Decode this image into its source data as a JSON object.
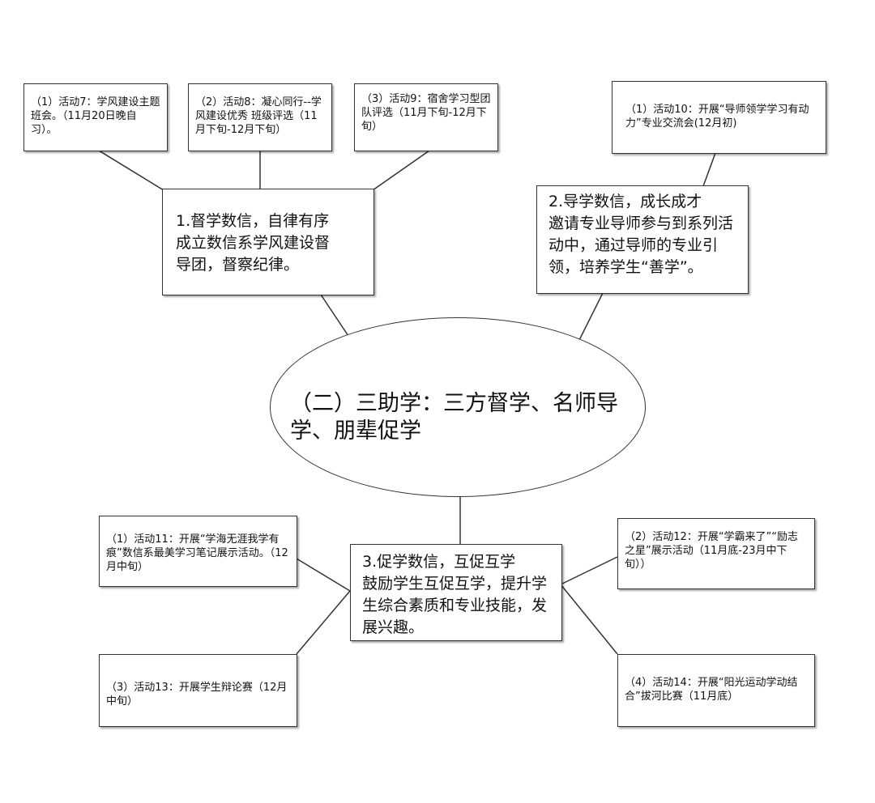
{
  "center": {
    "text": "（二）三助学：三方督学、名师导\n学、朋辈促学"
  },
  "branches": [
    {
      "id": "b1",
      "text": "1.督学数信，自律有序\n  成立数信系学风建设督\n导团，督察纪律。",
      "activities": [
        "（1）活动7：学风建设主题班会。（11月20日晚自习）。",
        "（2）活动8：凝心同行--学风建设优秀 班级评选（11月下旬-12月下旬）",
        "（3）活动9：宿舍学习型团队评选（11月下旬-12月下旬）"
      ]
    },
    {
      "id": "b2",
      "text": "2.导学数信，成长成才\n邀请专业导师参与到系列活动中，通过导师的专业引领，培养学生“善学”。",
      "activities": [
        "（1）活动10：开展“导师领学学习有动力”专业交流会(12月初)"
      ]
    },
    {
      "id": "b3",
      "text": "3.促学数信，互促互学\n鼓励学生互促互学，提升学生综合素质和专业技能，发展兴趣。",
      "activities": [
        "（1）活动11：开展“学海无涯我学有痕”数信系最美学习笔记展示活动。（12月中旬）",
        "（2）活动12：开展“学霸来了”“励志之星”展示活动（11月底-23月中下旬））",
        "（3）活动13：开展学生辩论赛（12月中旬）",
        "（4）活动14：开展“阳光运动学动结合”拔河比赛（11月底）"
      ]
    }
  ]
}
